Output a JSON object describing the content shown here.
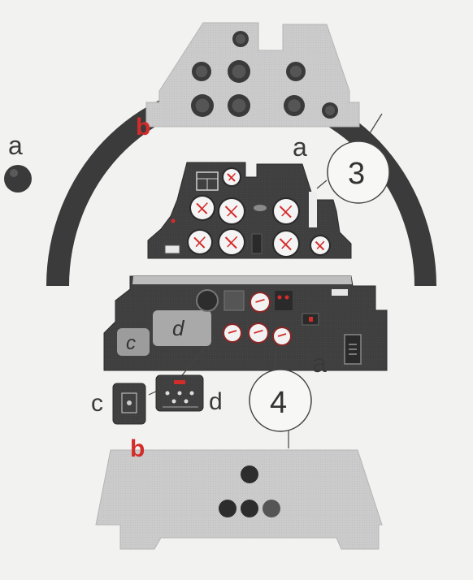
{
  "labels": {
    "a_left": "a",
    "b_top": "b",
    "a_upper": "a",
    "step_3": "3",
    "c_panel": "c",
    "d_panel": "d",
    "a_lower": "a",
    "c_detail": "c",
    "d_detail": "d",
    "step_4": "4",
    "b_bottom": "b"
  },
  "colors": {
    "background": "#f2f2f0",
    "coaming": "#3b3b3b",
    "panel_grey": "#c9c9c9",
    "panel_dark": "#3d3d3d",
    "label_red": "#d42b2b",
    "label_dark": "#333333",
    "gauge_needle": "#d42b2b"
  }
}
